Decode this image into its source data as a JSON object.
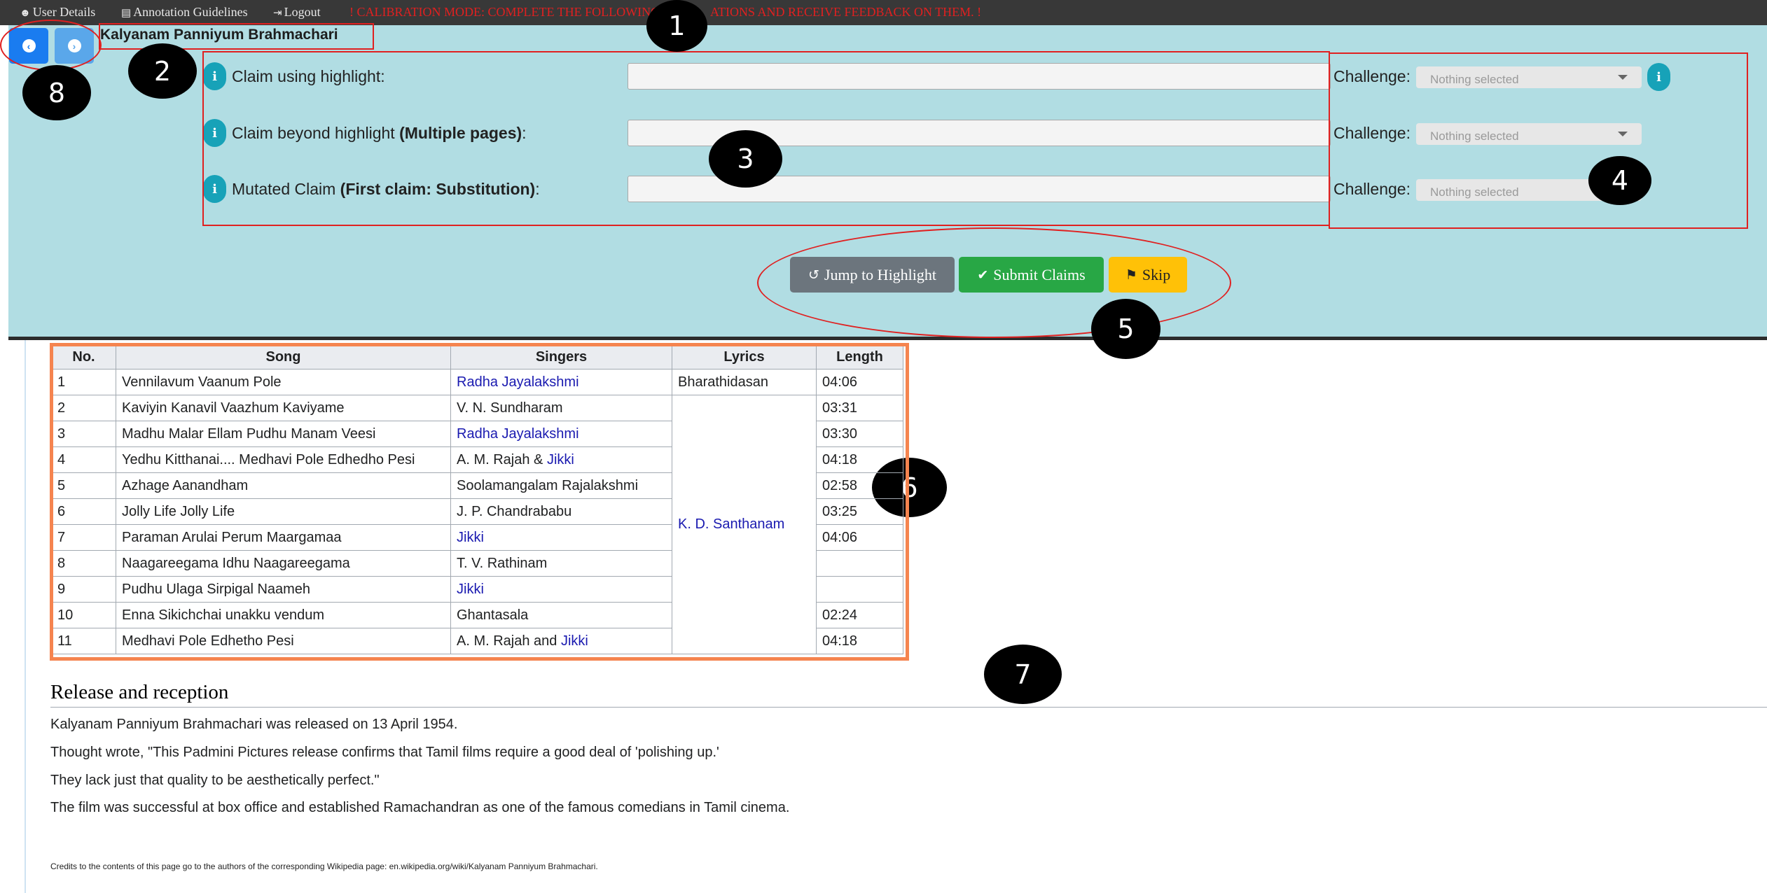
{
  "topbar": {
    "user_details": "User Details",
    "annotation_guidelines": "Annotation Guidelines",
    "logout": "Logout",
    "calibration_notice": "! CALIBRATION MODE: COMPLETE THE FOLLOWING",
    "calibration_notice_tail": "ATIONS AND RECEIVE FEEDBACK ON THEM. !",
    "icons": [
      "user-circle-icon",
      "document-icon",
      "sign-out-icon"
    ]
  },
  "page_title": "Kalyanam Panniyum Brahmachari",
  "claims": [
    {
      "label": "Claim using highlight:",
      "bold": "",
      "value": ""
    },
    {
      "label": "Claim beyond highlight ",
      "bold": "(Multiple pages)",
      "suffix": ":",
      "value": ""
    },
    {
      "label": "Mutated Claim ",
      "bold": "(First claim: Substitution)",
      "suffix": ":",
      "value": ""
    }
  ],
  "challenge": {
    "label": "Challenge:",
    "placeholder": "Nothing selected"
  },
  "buttons": {
    "jump": "Jump to Highlight",
    "submit": "Submit Claims",
    "skip": "Skip"
  },
  "colors": {
    "panel_bg": "#b1dde3",
    "topbar_bg": "#383838",
    "nav_back": "#1a7cf0",
    "nav_forward": "#5aa7ea",
    "info": "#17a2b8",
    "jump_btn": "#6c757d",
    "submit_btn": "#28a745",
    "skip_btn": "#ffc107",
    "annotation_red": "#e02020",
    "table_highlight": "#f5844f",
    "link": "#1a1ab0"
  },
  "markers": [
    "1",
    "2",
    "3",
    "4",
    "5",
    "6",
    "7",
    "8"
  ],
  "table": {
    "headers": [
      "No.",
      "Song",
      "Singers",
      "Lyrics",
      "Length"
    ],
    "rows": [
      {
        "no": "1",
        "song": "Vennilavum Vaanum Pole",
        "singers": "Radha Jayalakshmi",
        "lyrics": "Bharathidasan",
        "length": "04:06"
      },
      {
        "no": "2",
        "song": "Kaviyin Kanavil Vaazhum Kaviyame",
        "singers": "V. N. Sundharam",
        "lyrics": "K. D. Santhanam",
        "length": "03:31"
      },
      {
        "no": "3",
        "song": "Madhu Malar Ellam Pudhu Manam Veesi",
        "singers": "Radha Jayalakshmi",
        "lyrics": "",
        "length": "03:30"
      },
      {
        "no": "4",
        "song": "Yedhu Kitthanai.... Medhavi Pole Edhedho Pesi",
        "singers_a": "A. M. Rajah & ",
        "singers_b": "Jikki",
        "lyrics": "",
        "length": "04:18"
      },
      {
        "no": "5",
        "song": "Azhage Aanandham",
        "singers": "Soolamangalam Rajalakshmi",
        "lyrics": "",
        "length": "02:58"
      },
      {
        "no": "6",
        "song": "Jolly Life Jolly Life",
        "singers": "J. P. Chandrababu",
        "lyrics": "",
        "length": "03:25"
      },
      {
        "no": "7",
        "song": "Paraman Arulai Perum Maargamaa",
        "singers": "Jikki",
        "lyrics": "",
        "length": "04:06"
      },
      {
        "no": "8",
        "song": "Naagareegama Idhu Naagareegama",
        "singers": "T. V. Rathinam",
        "lyrics": "",
        "length": ""
      },
      {
        "no": "9",
        "song": "Pudhu Ulaga Sirpigal Naameh",
        "singers": "Jikki",
        "lyrics": "",
        "length": ""
      },
      {
        "no": "10",
        "song": "Enna Sikichchai unakku vendum",
        "singers": "Ghantasala",
        "lyrics": "",
        "length": "02:24"
      },
      {
        "no": "11",
        "song": "Medhavi Pole Edhetho Pesi",
        "singers_a": "A. M. Rajah and ",
        "singers_b": "Jikki",
        "lyrics": "",
        "length": "04:18"
      }
    ]
  },
  "section": {
    "heading": "Release and reception",
    "paragraphs": [
      "Kalyanam Panniyum Brahmachari was released on 13 April 1954.",
      "Thought wrote, \"This Padmini Pictures release confirms that Tamil films require a good deal of 'polishing up.'",
      "They lack just that quality to be aesthetically perfect.\"",
      "The film was successful at box office and established Ramachandran as one of the famous comedians in Tamil cinema."
    ]
  },
  "credits": "Credits to the contents of this page go to the authors of the corresponding Wikipedia page: en.wikipedia.org/wiki/Kalyanam Panniyum Brahmachari."
}
